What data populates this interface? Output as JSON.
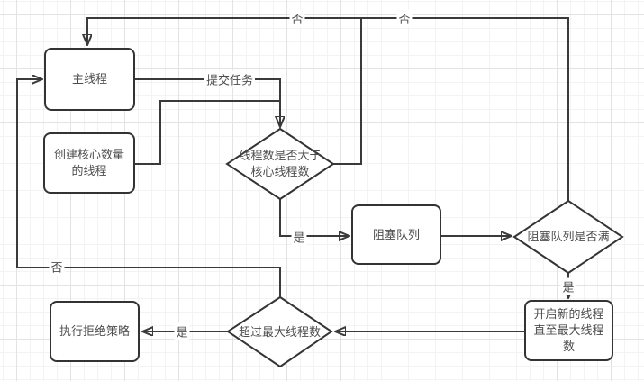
{
  "diagram": {
    "title": "thread-pool-flowchart",
    "colors": {
      "stroke": "#3a3a3a",
      "node_border": "#333333",
      "text": "#4d4d4d",
      "node_fill": "#ffffff",
      "grid_minor": "#f3f3f3",
      "grid_major": "#e3e3e3"
    },
    "nodes": {
      "main_thread": {
        "label": "主线程"
      },
      "create_core_threads": {
        "lines": [
          "创建核心数量",
          "的线程"
        ]
      },
      "blocking_queue": {
        "label": "阻塞队列"
      },
      "start_new_threads": {
        "lines": [
          "开启新的线程",
          "直至最大线程",
          "数"
        ]
      },
      "reject_policy": {
        "label": "执行拒绝策略"
      }
    },
    "decisions": {
      "gt_core_check": {
        "lines": [
          "线程数是否大于",
          "核心线程数"
        ]
      },
      "queue_full_check": {
        "label": "阻塞队列是否满"
      },
      "exceed_max_check": {
        "label": "超过最大线程数"
      }
    },
    "edge_labels": {
      "submit_task": "提交任务",
      "no_from_gt_core": "否",
      "no_from_queue_full": "否",
      "yes_to_queue": "是",
      "yes_to_new_threads": "是",
      "yes_to_reject": "是",
      "no_from_exceed_max": "否"
    }
  }
}
